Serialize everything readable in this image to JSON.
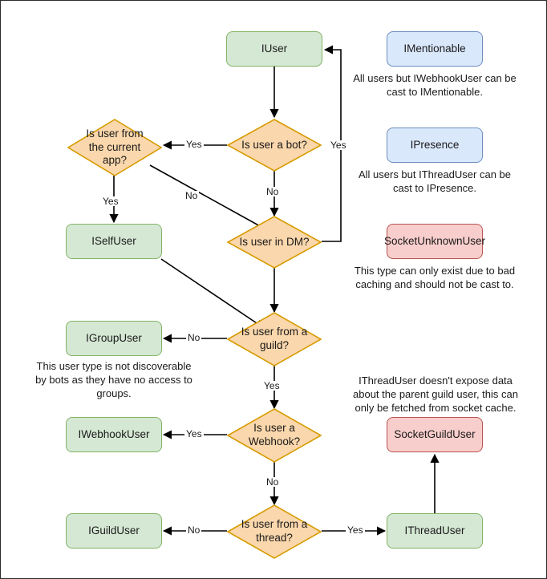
{
  "diagram": {
    "title": "Discord.Net user type resolution flowchart",
    "colors": {
      "interface_fill": "#d5e8d4",
      "interface_stroke": "#82b366",
      "decision_fill": "#fad7ac",
      "decision_stroke": "#d79b00",
      "castable_fill": "#dae8fc",
      "castable_stroke": "#6c8ebf",
      "warning_fill": "#f8cecc",
      "warning_stroke": "#b85450",
      "edge": "#000000",
      "canvas_border": "#2b2b2b"
    },
    "nodes": [
      {
        "id": "iuser",
        "label": "IUser",
        "kind": "box",
        "style": "green"
      },
      {
        "id": "is-bot",
        "label": "Is user a bot?",
        "kind": "diamond"
      },
      {
        "id": "is-current-app",
        "label": "Is user from the current app?",
        "kind": "diamond"
      },
      {
        "id": "iselfuser",
        "label": "ISelfUser",
        "kind": "box",
        "style": "green"
      },
      {
        "id": "is-dm",
        "label": "Is user in DM?",
        "kind": "diamond"
      },
      {
        "id": "is-guild",
        "label": "Is user from a guild?",
        "kind": "diamond"
      },
      {
        "id": "igroupuser",
        "label": "IGroupUser",
        "kind": "box",
        "style": "green"
      },
      {
        "id": "is-webhook",
        "label": "Is user a Webhook?",
        "kind": "diamond"
      },
      {
        "id": "iwebhookuser",
        "label": "IWebhookUser",
        "kind": "box",
        "style": "green"
      },
      {
        "id": "is-thread",
        "label": "Is user from a thread?",
        "kind": "diamond"
      },
      {
        "id": "iguilduser",
        "label": "IGuildUser",
        "kind": "box",
        "style": "green"
      },
      {
        "id": "ithreaduser",
        "label": "IThreadUser",
        "kind": "box",
        "style": "green"
      },
      {
        "id": "imentionable",
        "label": "IMentionable",
        "kind": "box",
        "style": "blue"
      },
      {
        "id": "ipresence",
        "label": "IPresence",
        "kind": "box",
        "style": "blue"
      },
      {
        "id": "socketunknownuser",
        "label": "SocketUnknownUser",
        "kind": "box",
        "style": "red"
      },
      {
        "id": "socketguilduser",
        "label": "SocketGuildUser",
        "kind": "box",
        "style": "red"
      }
    ],
    "edge_labels": {
      "bot_yes": "Yes",
      "bot_no": "No",
      "dm_yes": "Yes",
      "app_yes": "Yes",
      "app_no": "No",
      "guild_no": "No",
      "guild_yes": "Yes",
      "webhook_yes": "Yes",
      "webhook_no": "No",
      "thread_no": "No",
      "thread_yes": "Yes"
    },
    "notes": {
      "imentionable": "All users but IWebhookUser can be cast to IMentionable.",
      "ipresence": "All users but IThreadUser can be cast to IPresence.",
      "socketunknownuser": "This type can only exist due to bad caching and should not be cast to.",
      "igroupuser": "This user type is not discoverable by bots as they have no access to groups.",
      "socketguilduser": "IThreadUser doesn't expose data about the parent guild user, this can only be fetched from socket cache."
    }
  }
}
